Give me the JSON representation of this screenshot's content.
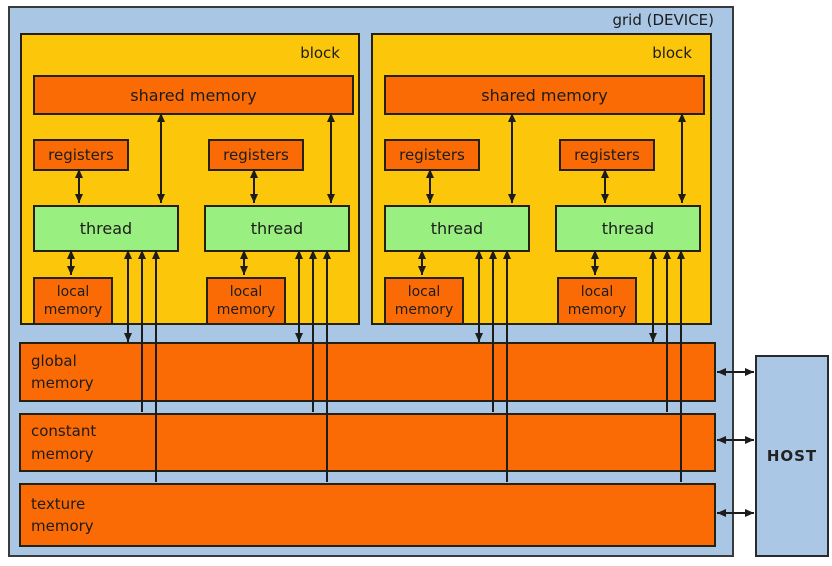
{
  "device": {
    "label": "grid (DEVICE)",
    "blocks": [
      {
        "label": "block",
        "shared_memory": "shared memory",
        "units": [
          {
            "registers": "registers",
            "thread": "thread",
            "local_memory": "local memory"
          },
          {
            "registers": "registers",
            "thread": "thread",
            "local_memory": "local memory"
          }
        ]
      },
      {
        "label": "block",
        "shared_memory": "shared memory",
        "units": [
          {
            "registers": "registers",
            "thread": "thread",
            "local_memory": "local memory"
          },
          {
            "registers": "registers",
            "thread": "thread",
            "local_memory": "local memory"
          }
        ]
      }
    ],
    "memory_bars": [
      {
        "label": "global memory"
      },
      {
        "label": "constant memory"
      },
      {
        "label": "texture memory"
      }
    ]
  },
  "host": {
    "label": "HOST"
  },
  "colors": {
    "background": "#ffffff",
    "device_fill": "#a9c6e4",
    "block_fill": "#fcc60a",
    "memory_fill": "#fb6b05",
    "thread_fill": "#99f080",
    "host_fill": "#aac7e5",
    "line": "#1c1c1c",
    "border": "#26210e"
  }
}
